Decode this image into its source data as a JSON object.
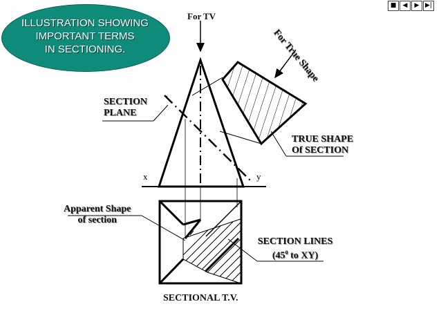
{
  "banner": {
    "line1": "ILLUSTRATION SHOWING",
    "line2": "IMPORTANT TERMS",
    "line3": "IN SECTIONING."
  },
  "labels": {
    "for_tv": "For TV",
    "for_true_shape": "For True Shape",
    "section_plane_1": "SECTION",
    "section_plane_2": "PLANE",
    "true_shape_1": "TRUE SHAPE",
    "true_shape_2": "Of  SECTION",
    "x": "x",
    "y": "y",
    "apparent_1": "Apparent Shape",
    "apparent_2": "of section",
    "section_lines_1": "SECTION LINES",
    "section_lines_2_pre": "(45",
    "section_lines_2_sup": "0",
    "section_lines_2_post": " to XY)",
    "sectional_tv": "SECTIONAL T.V."
  },
  "nav_buttons": [
    "first-icon",
    "previous-icon",
    "next-icon",
    "last-icon"
  ]
}
